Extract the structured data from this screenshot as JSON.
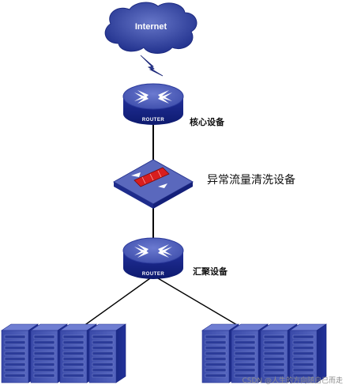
{
  "internet": {
    "label": "Internet"
  },
  "core_router": {
    "badge": "ROUTER",
    "label": "核心设备"
  },
  "cleaning_device": {
    "label": "异常流量清洗设备"
  },
  "aggregation_router": {
    "badge": "ROUTER",
    "label": "汇聚设备"
  },
  "server_groups": [
    {
      "count": 4
    },
    {
      "count": 4
    }
  ],
  "watermark": "CSDN @人生的方向随自己而走",
  "colors": {
    "cloud": "#2c3f9c",
    "router_top": "#4f5fb8",
    "router_side": "#17258a",
    "line": "#000000",
    "firewall_red": "#d81e1e"
  }
}
